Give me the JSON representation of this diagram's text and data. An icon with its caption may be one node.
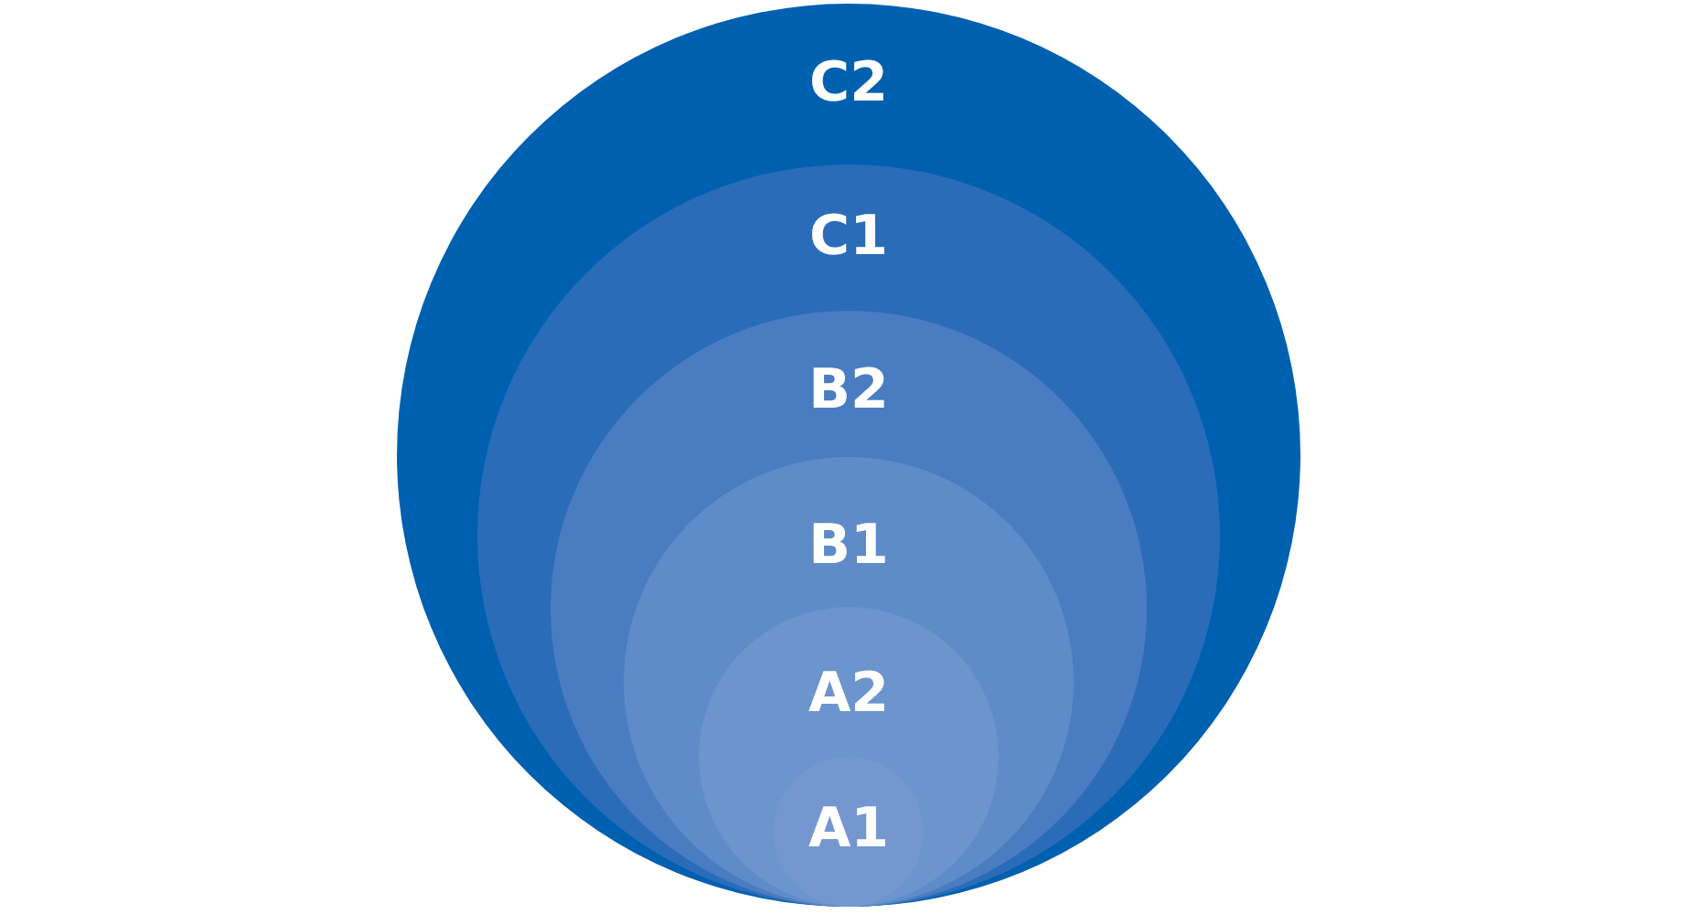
{
  "diagram": {
    "nodes": [
      {
        "text": [
          "C2"
        ]
      },
      {
        "text": [
          "C1"
        ],
        "in": 0
      },
      {
        "text": [
          "B2"
        ],
        "in": 1
      },
      {
        "text": [
          "B1"
        ],
        "in": 2
      },
      {
        "text": [
          "A2"
        ],
        "in": 3
      },
      {
        "text": [
          "A1"
        ],
        "in": 4
      }
    ]
  }
}
